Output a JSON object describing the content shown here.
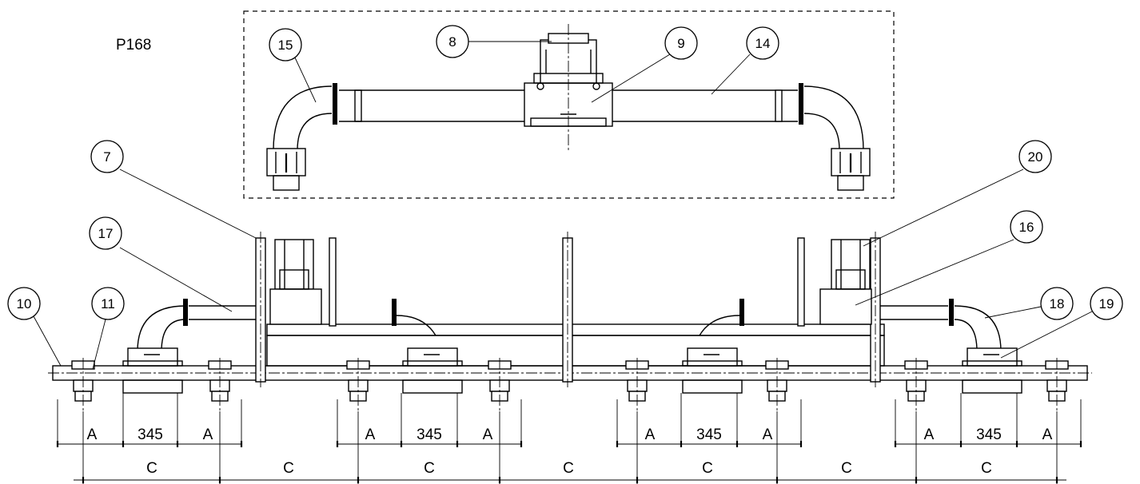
{
  "drawing_label": "P168",
  "callouts": [
    {
      "id": "15",
      "text": "15"
    },
    {
      "id": "8",
      "text": "8"
    },
    {
      "id": "9",
      "text": "9"
    },
    {
      "id": "14",
      "text": "14"
    },
    {
      "id": "7",
      "text": "7"
    },
    {
      "id": "20",
      "text": "20"
    },
    {
      "id": "17",
      "text": "17"
    },
    {
      "id": "16",
      "text": "16"
    },
    {
      "id": "10",
      "text": "10"
    },
    {
      "id": "11",
      "text": "11"
    },
    {
      "id": "18",
      "text": "18"
    },
    {
      "id": "19",
      "text": "19"
    }
  ],
  "dimensions": {
    "gap_label": "A",
    "width_label": "345",
    "pitch_label": "C"
  }
}
